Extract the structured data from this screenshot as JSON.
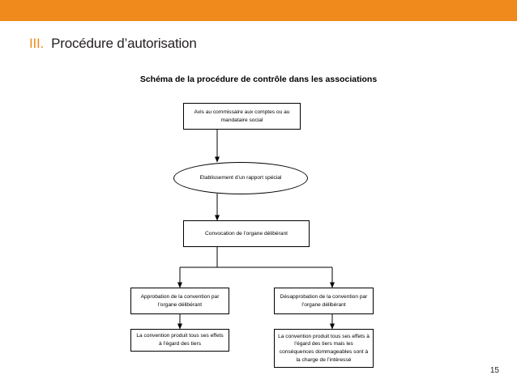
{
  "header": {
    "bar_color": "#f08a1c",
    "numeral": "III.",
    "title": "Procédure d’autorisation"
  },
  "diagram": {
    "title": "Schéma de la procédure de contrôle dans les associations",
    "nodes": [
      {
        "id": "avis",
        "shape": "rect",
        "text": "Avis au commissaire aux comptes ou au mandataire social"
      },
      {
        "id": "rapport",
        "shape": "ellipse",
        "text": "Etablissement d’un rapport spécial"
      },
      {
        "id": "convocation",
        "shape": "rect",
        "text": "Convocation de l’organe délibérant"
      },
      {
        "id": "approbation",
        "shape": "rect",
        "text": "Approbation de la convention par l’organe délibérant"
      },
      {
        "id": "desapprobation",
        "shape": "rect",
        "text": "Désapprobation de la convention par l’organe délibérant"
      },
      {
        "id": "effets-tiers",
        "shape": "rect",
        "text": "La convention produit tous ses effets à l’égard des tiers"
      },
      {
        "id": "effets-tiers-consequences",
        "shape": "rect",
        "text": "La convention produit tous ses effets à l’égard des tiers mais les conséquences dommageables sont à la charge de l’intéressé"
      }
    ]
  },
  "footer": {
    "page_number": "15"
  }
}
